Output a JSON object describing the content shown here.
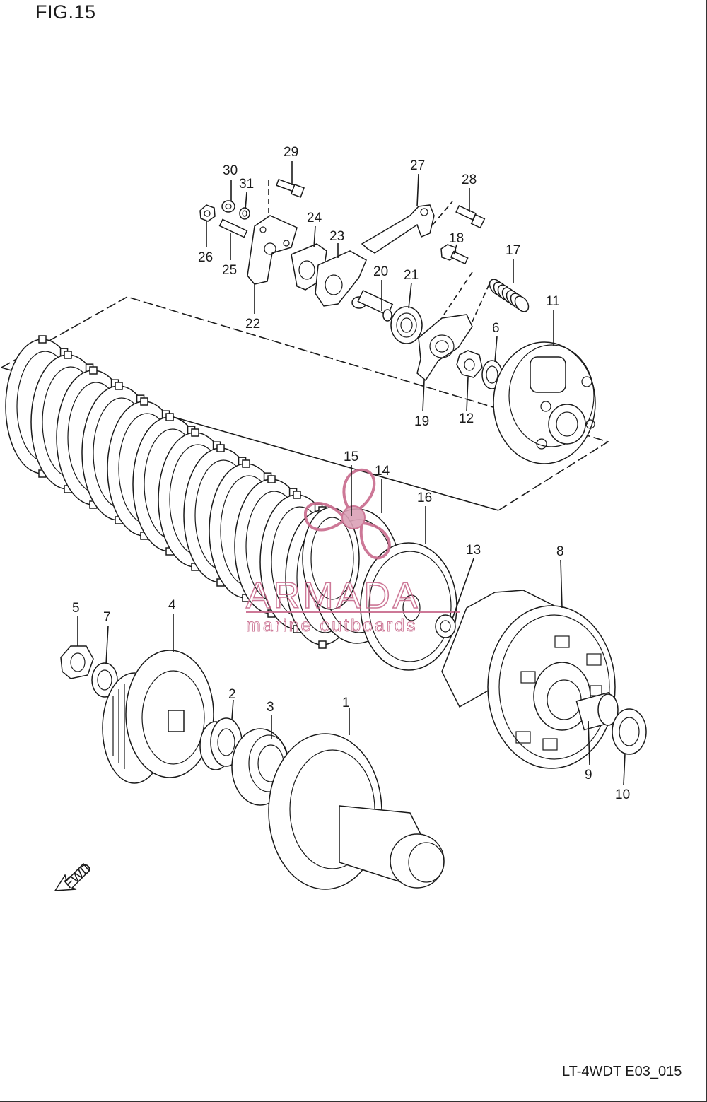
{
  "figure_title": "FIG.15",
  "drawing_code": "LT-4WDT E03_015",
  "fwd_label": "FWD",
  "watermark": {
    "brand": "ARMADA",
    "tagline": "marine outboards",
    "color": "#c86a8c"
  },
  "callouts": [
    "1",
    "2",
    "3",
    "4",
    "5",
    "6",
    "7",
    "8",
    "9",
    "10",
    "11",
    "12",
    "13",
    "14",
    "15",
    "16",
    "17",
    "18",
    "19",
    "20",
    "21",
    "22",
    "23",
    "24",
    "25",
    "26",
    "27",
    "28",
    "29",
    "30",
    "31"
  ]
}
